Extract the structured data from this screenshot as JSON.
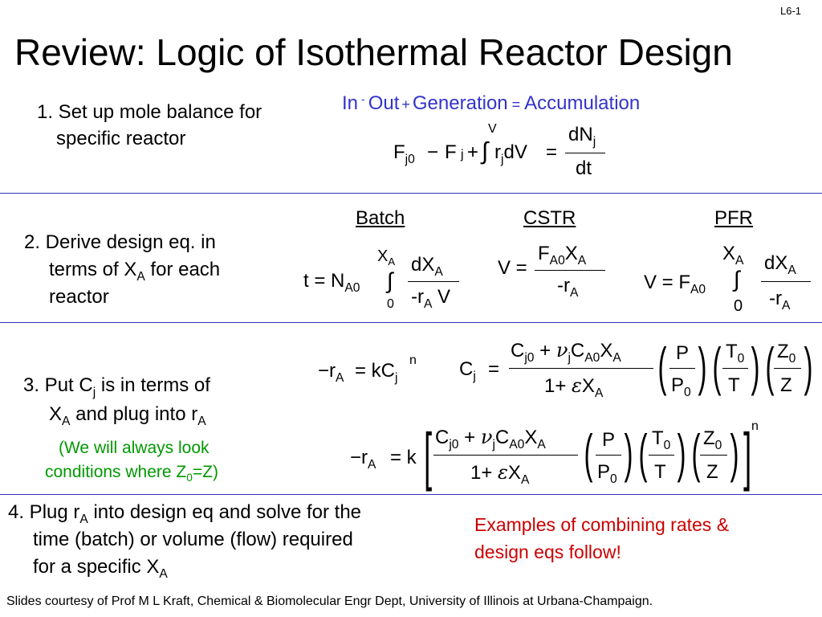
{
  "slide": {
    "page_label": "L6-1",
    "title": "Review: Logic of Isothermal Reactor Design",
    "footer": "Slides courtesy of Prof M L Kraft, Chemical & Biomolecular Engr Dept, University of Illinois at Urbana-Champaign."
  },
  "step1": {
    "line1": "1. Set up mole balance for",
    "line2": "specific reactor",
    "balance_in": "In",
    "balance_minus": "-",
    "balance_out": "Out",
    "balance_plus": "+",
    "balance_gen": "Generation",
    "balance_eq": "=",
    "balance_acc": "Accumulation"
  },
  "step2": {
    "line1": "2. Derive design eq. in",
    "line2": "terms of X",
    "line2_sub": "A",
    "line2_end": " for each",
    "line3": "reactor",
    "batch_label": "Batch",
    "cstr_label": "CSTR",
    "pfr_label": "PFR"
  },
  "step3": {
    "line1": "3. Put C",
    "line1_sub": "j",
    "line1_end": " is in terms of",
    "line2": "X",
    "line2_sub": "A",
    "line2_mid": " and plug into r",
    "line2_sub2": "A",
    "note1": "(We will always look",
    "note2": "conditions where Z",
    "note2_sub": "0",
    "note2_end": "=Z)"
  },
  "step4": {
    "line1": "4. Plug r",
    "line1_sub": "A",
    "line1_end": " into design eq and solve for the",
    "line2": "time (batch) or volume (flow) required",
    "line3": "for a specific X",
    "line3_sub": "A",
    "examples1": "Examples of  combining rates &",
    "examples2": "design eqs follow!"
  },
  "colors": {
    "divider": "#3333bb",
    "equation_blue": "#3333cc",
    "note_green": "#009900",
    "examples_red": "#cc0000"
  }
}
